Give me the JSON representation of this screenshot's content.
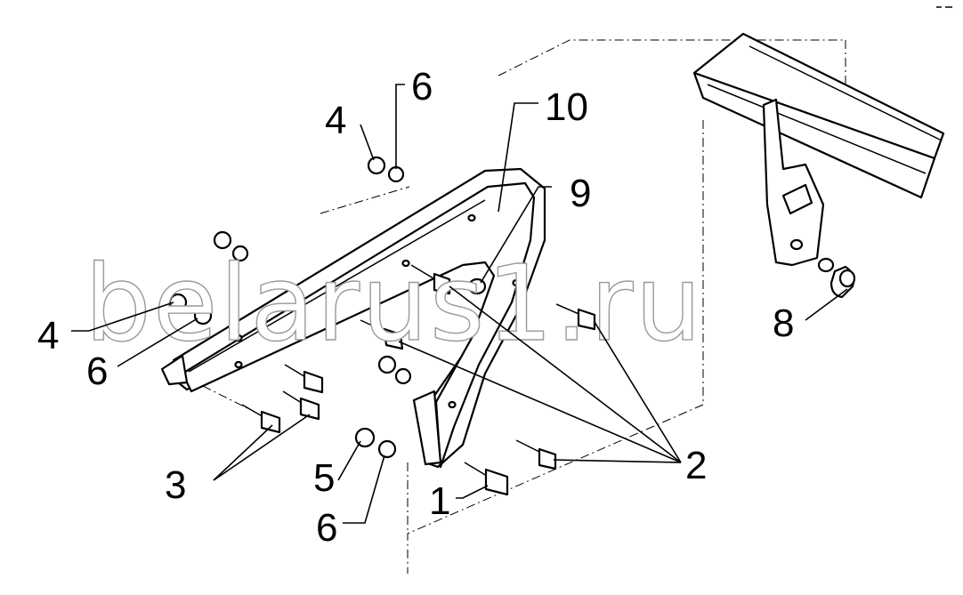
{
  "watermark": "belarus1.ru",
  "callouts": {
    "c1": "1",
    "c2": "2",
    "c3": "3",
    "c4_top": "4",
    "c4_left": "4",
    "c5": "5",
    "c6_top": "6",
    "c6_left": "6",
    "c6_bottom": "6",
    "c8": "8",
    "c9": "9",
    "c10": "10"
  }
}
